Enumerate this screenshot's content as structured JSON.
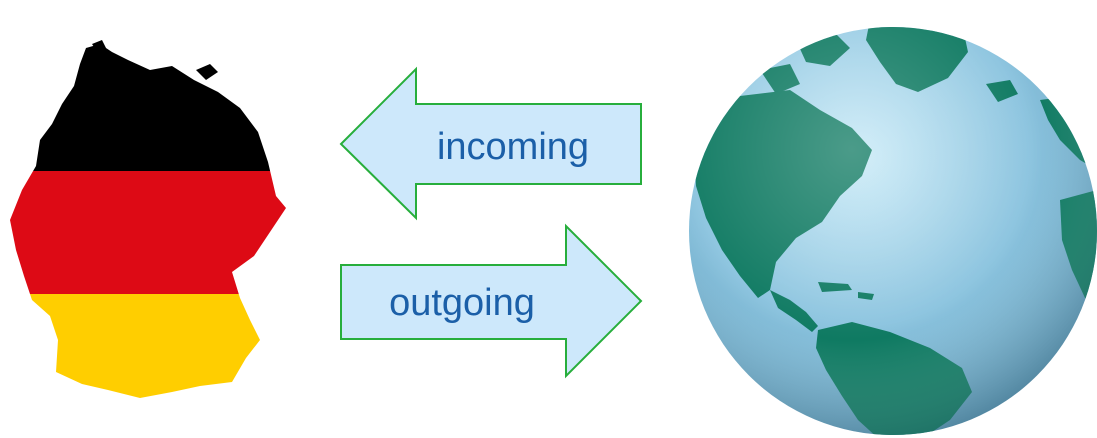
{
  "arrows": {
    "incoming": {
      "label": "incoming",
      "direction": "left"
    },
    "outgoing": {
      "label": "outgoing",
      "direction": "right"
    }
  },
  "colors": {
    "arrow_fill": "#cde8fb",
    "arrow_stroke": "#27ae3c",
    "arrow_text": "#1b5fa8",
    "flag_black": "#000000",
    "flag_red": "#dd0a15",
    "flag_gold": "#ffce00",
    "globe_ocean": "#8cc4df",
    "globe_land": "#0f7a62"
  },
  "icons": {
    "left_image": "germany-flag-map-icon",
    "right_image": "globe-icon"
  }
}
